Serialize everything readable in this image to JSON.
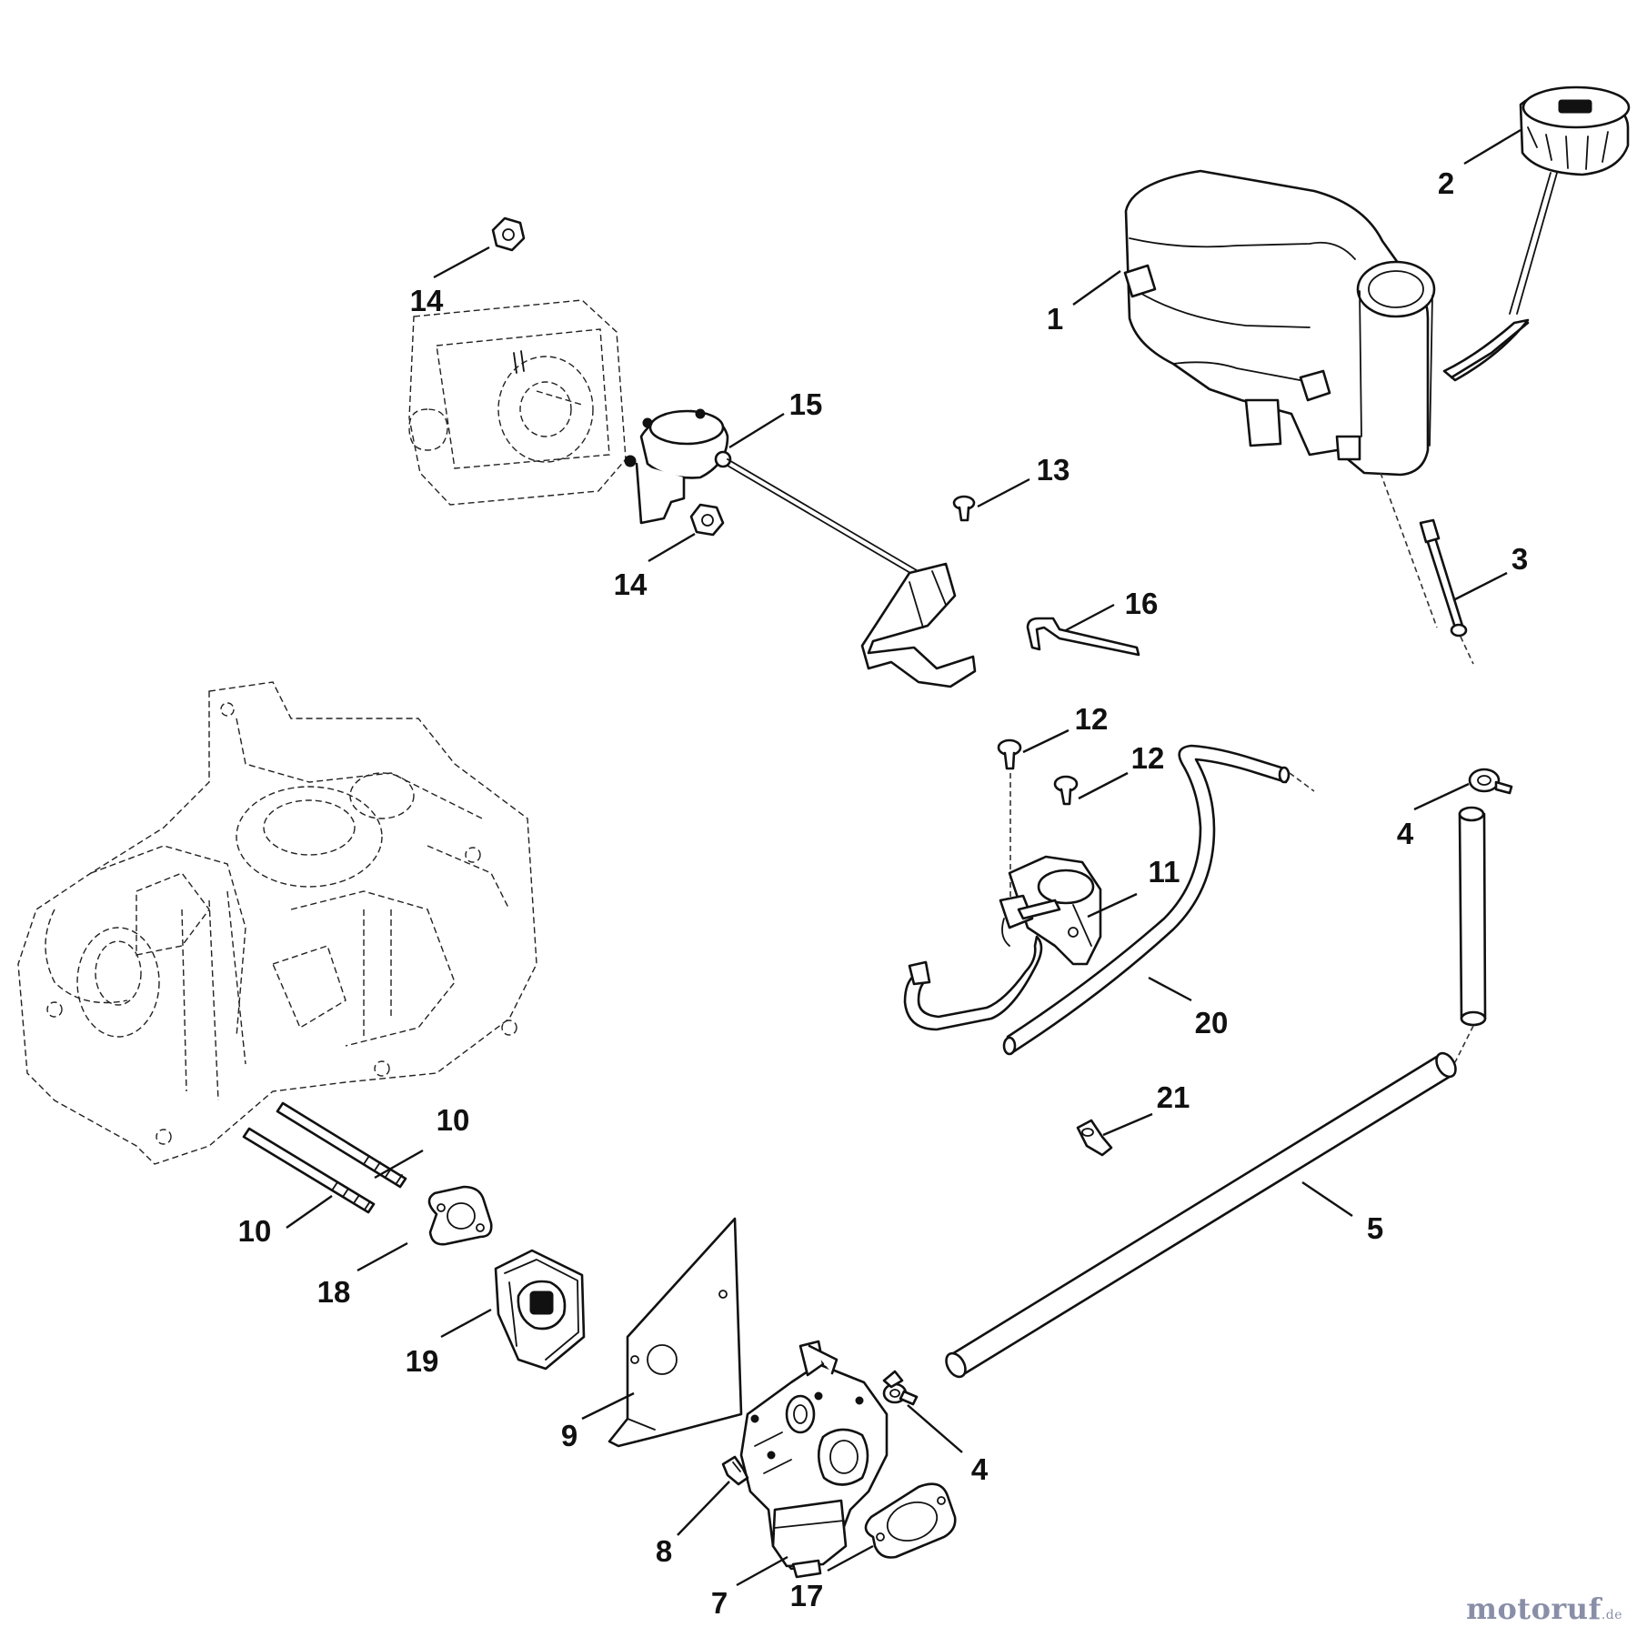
{
  "callouts": [
    {
      "id": "c1",
      "text": "1"
    },
    {
      "id": "c2",
      "text": "2"
    },
    {
      "id": "c3",
      "text": "3"
    },
    {
      "id": "c4a",
      "text": "4"
    },
    {
      "id": "c4b",
      "text": "4"
    },
    {
      "id": "c5",
      "text": "5"
    },
    {
      "id": "c7",
      "text": "7"
    },
    {
      "id": "c8",
      "text": "8"
    },
    {
      "id": "c9",
      "text": "9"
    },
    {
      "id": "c10a",
      "text": "10"
    },
    {
      "id": "c10b",
      "text": "10"
    },
    {
      "id": "c11",
      "text": "11"
    },
    {
      "id": "c12a",
      "text": "12"
    },
    {
      "id": "c12b",
      "text": "12"
    },
    {
      "id": "c13",
      "text": "13"
    },
    {
      "id": "c14a",
      "text": "14"
    },
    {
      "id": "c14b",
      "text": "14"
    },
    {
      "id": "c15",
      "text": "15"
    },
    {
      "id": "c16",
      "text": "16"
    },
    {
      "id": "c17",
      "text": "17"
    },
    {
      "id": "c18",
      "text": "18"
    },
    {
      "id": "c19",
      "text": "19"
    },
    {
      "id": "c20",
      "text": "20"
    },
    {
      "id": "c21",
      "text": "21"
    }
  ],
  "watermark": {
    "main": "motoruf",
    "suffix": ".de"
  }
}
